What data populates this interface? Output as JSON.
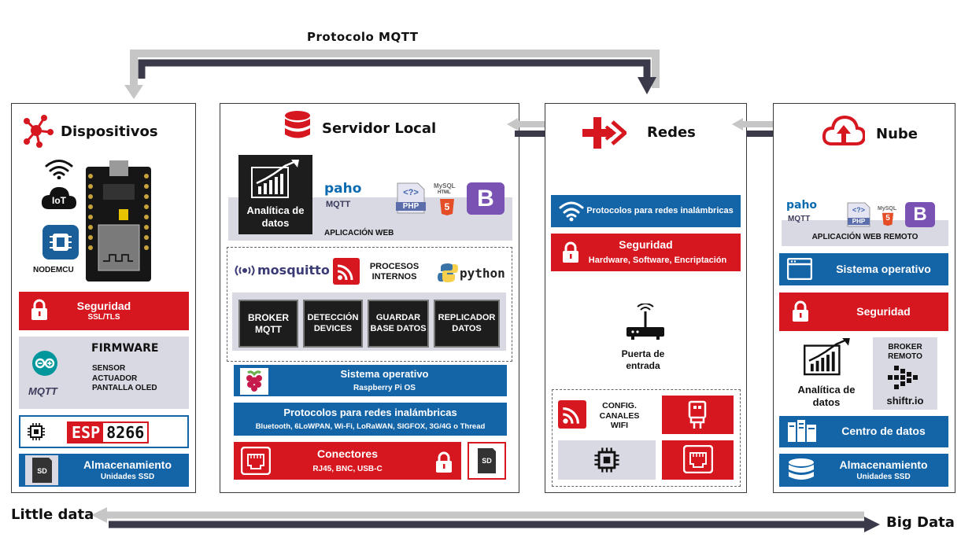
{
  "mqtt_label": "Protocolo MQTT",
  "bottom": {
    "left": "Little data",
    "right": "Big Data"
  },
  "colors": {
    "red": "#d7171f",
    "blue": "#1464a8",
    "grey": "#d9d9e4",
    "dark": "#1d1d1d"
  },
  "devices": {
    "title": "Dispositivos",
    "board_label": "NODEMCU",
    "iot_badge": "IoT",
    "security": {
      "title": "Seguridad",
      "sub": "SSL/TLS"
    },
    "firmware": {
      "title": "FIRMWARE",
      "items": [
        "SENSOR",
        "ACTUADOR",
        "PANTALLA OLED"
      ],
      "mqtt_logo": "MQTT"
    },
    "esp_logo": {
      "a": "ESP",
      "b": "8266"
    },
    "storage": {
      "title": "Almacenamiento",
      "sub": "Unidades SSD",
      "sd": "SD"
    }
  },
  "server": {
    "title": "Servidor Local",
    "analytics": "Analítica de datos",
    "web_app": "APLICACIÓN WEB",
    "logos": {
      "paho": "paho",
      "mqtt": "MQTT",
      "php": "PHP",
      "php_code": "<?>",
      "mysql": "MySQL",
      "html": "HTML",
      "html_num": "5",
      "bootstrap": "B"
    },
    "mosquitto": "mosquitto",
    "processes": "PROCESOS INTERNOS",
    "python": "python",
    "modules": [
      "BROKER MQTT",
      "DETECCIÓN DEVICES",
      "GUARDAR BASE DATOS",
      "REPLICADOR DATOS"
    ],
    "os": {
      "title": "Sistema operativo",
      "sub": "Raspberry Pi OS"
    },
    "wireless": {
      "title": "Protocolos para redes inalámbricas",
      "sub": "Bluetooth, 6LoWPAN, Wi-Fi, LoRaWAN, SIGFOX, 3G/4G o Thread"
    },
    "connectors": {
      "title": "Conectores",
      "sub": "RJ45, BNC, USB-C",
      "sd": "SD"
    }
  },
  "networks": {
    "title": "Redes",
    "wireless": "Protocolos para redes inalámbricas",
    "security": {
      "title": "Seguridad",
      "sub": "Hardware, Software, Encriptación"
    },
    "gateway": "Puerta de entrada",
    "wifi_config": "CONFIG. CANALES WIFI"
  },
  "cloud": {
    "title": "Nube",
    "web_app": "APLICACIÓN WEB REMOTO",
    "logos": {
      "paho": "paho",
      "mqtt": "MQTT",
      "php": "PHP",
      "php_code": "<?>",
      "mysql": "MySQL",
      "html_num": "5",
      "bootstrap": "B"
    },
    "os": "Sistema operativo",
    "security": "Seguridad",
    "analytics": "Analítica de datos",
    "broker": "BROKER REMOTO",
    "shiftr": "shiftr.io",
    "datacenter": "Centro de datos",
    "storage": {
      "title": "Almacenamiento",
      "sub": "Unidades SSD"
    }
  }
}
